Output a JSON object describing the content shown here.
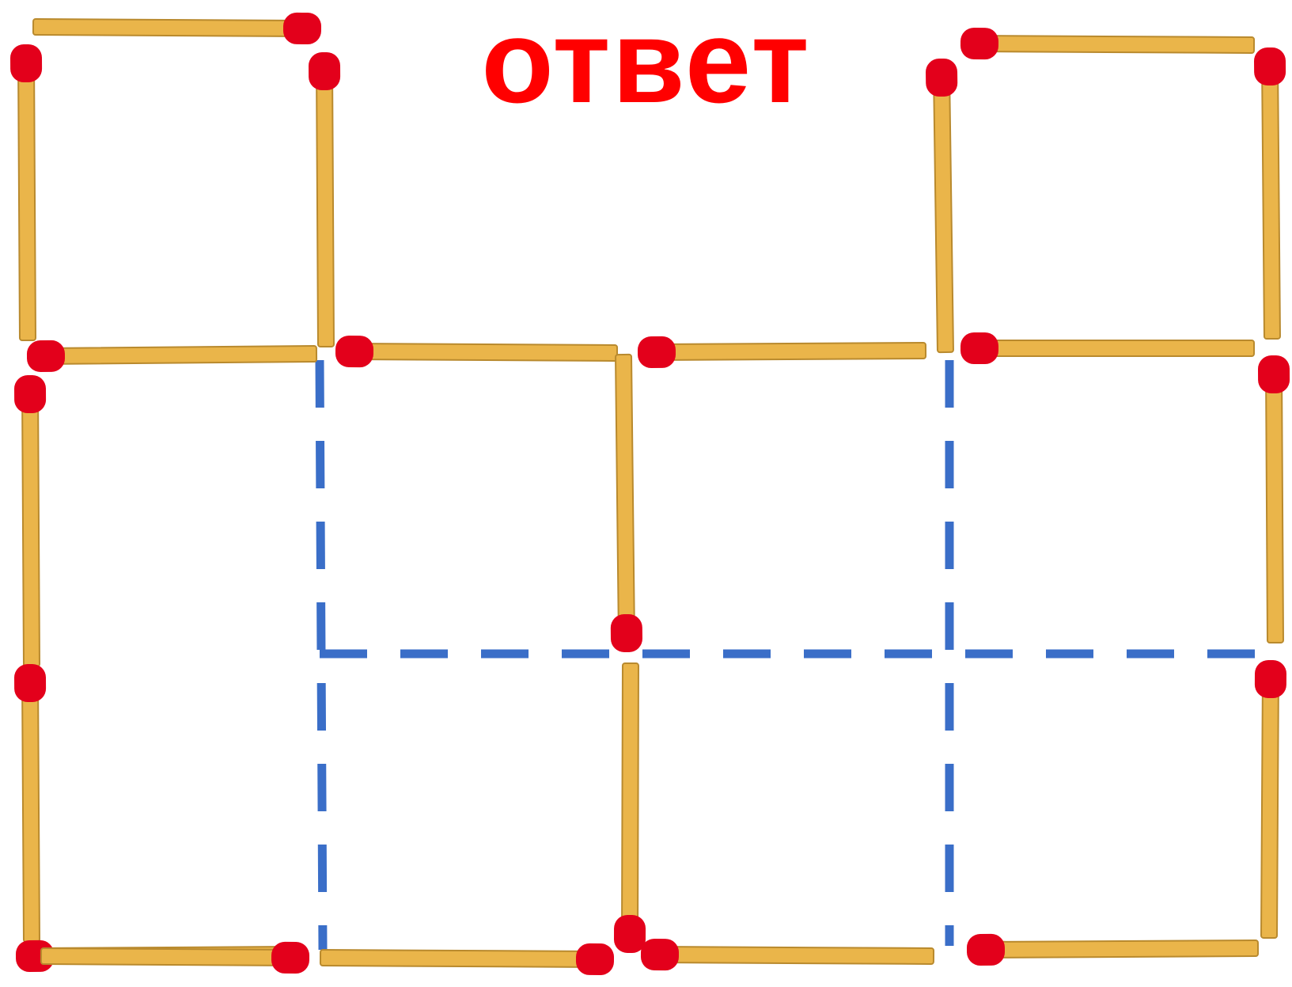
{
  "title": "ответ",
  "colors": {
    "title": "#ff0000",
    "match_stick": "#eab54a",
    "match_stick_edge": "#b98a2e",
    "match_head": "#e3001b",
    "dashed_line": "#3a6ec8",
    "background": "#ffffff"
  },
  "icons": {
    "match": "match-stick",
    "dashed_line": "dashed-guide-line"
  }
}
